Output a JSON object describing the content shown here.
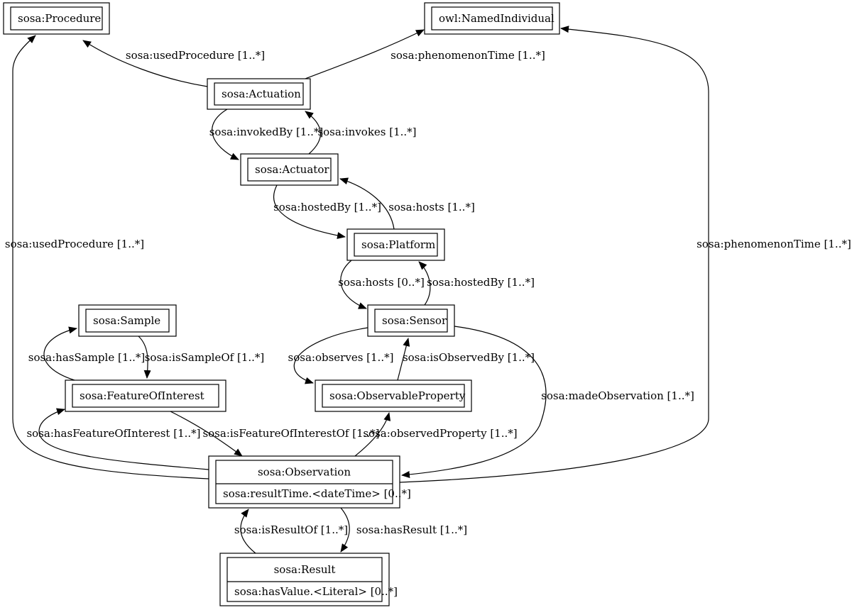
{
  "nodes": {
    "procedure": {
      "label": "sosa:Procedure"
    },
    "named_individual": {
      "label": "owl:NamedIndividual"
    },
    "actuation": {
      "label": "sosa:Actuation"
    },
    "actuator": {
      "label": "sosa:Actuator"
    },
    "platform": {
      "label": "sosa:Platform"
    },
    "sample": {
      "label": "sosa:Sample"
    },
    "sensor": {
      "label": "sosa:Sensor"
    },
    "feature_of_interest": {
      "label": "sosa:FeatureOfInterest"
    },
    "observable_property": {
      "label": "sosa:ObservableProperty"
    },
    "observation": {
      "label": "sosa:Observation",
      "attribute": "sosa:resultTime.<dateTime> [0..*]"
    },
    "result": {
      "label": "sosa:Result",
      "attribute": "sosa:hasValue.<Literal> [0..*]"
    }
  },
  "edges": [
    {
      "from": "actuation",
      "to": "procedure",
      "label": "sosa:usedProcedure [1..*]"
    },
    {
      "from": "actuation",
      "to": "named_individual",
      "label": "sosa:phenomenonTime [1..*]"
    },
    {
      "from": "actuation",
      "to": "actuator",
      "label": "sosa:invokedBy [1..*]"
    },
    {
      "from": "actuator",
      "to": "actuation",
      "label": "sosa:invokes [1..*]"
    },
    {
      "from": "actuator",
      "to": "platform",
      "label": "sosa:hostedBy [1..*]"
    },
    {
      "from": "platform",
      "to": "actuator",
      "label": "sosa:hosts [1..*]"
    },
    {
      "from": "platform",
      "to": "sensor",
      "label": "sosa:hosts [0..*]"
    },
    {
      "from": "sensor",
      "to": "platform",
      "label": "sosa:hostedBy [1..*]"
    },
    {
      "from": "sample",
      "to": "feature_of_interest",
      "label": "sosa:isSampleOf [1..*]"
    },
    {
      "from": "feature_of_interest",
      "to": "sample",
      "label": "sosa:hasSample [1..*]"
    },
    {
      "from": "sensor",
      "to": "observable_property",
      "label": "sosa:observes [1..*]"
    },
    {
      "from": "observable_property",
      "to": "sensor",
      "label": "sosa:isObservedBy [1..*]"
    },
    {
      "from": "sensor",
      "to": "observation",
      "label": "sosa:madeObservation [1..*]"
    },
    {
      "from": "observation",
      "to": "feature_of_interest",
      "label": "sosa:hasFeatureOfInterest [1..*]"
    },
    {
      "from": "feature_of_interest",
      "to": "observation",
      "label": "sosa:isFeatureOfInterestOf [1..*]"
    },
    {
      "from": "observation",
      "to": "observable_property",
      "label": "sosa:observedProperty [1..*]"
    },
    {
      "from": "observation",
      "to": "result",
      "label": "sosa:hasResult [1..*]"
    },
    {
      "from": "result",
      "to": "observation",
      "label": "sosa:isResultOf [1..*]"
    },
    {
      "from": "observation",
      "to": "procedure",
      "label": "sosa:usedProcedure [1..*]"
    },
    {
      "from": "observation",
      "to": "named_individual",
      "label": "sosa:phenomenonTime [1..*]"
    }
  ]
}
